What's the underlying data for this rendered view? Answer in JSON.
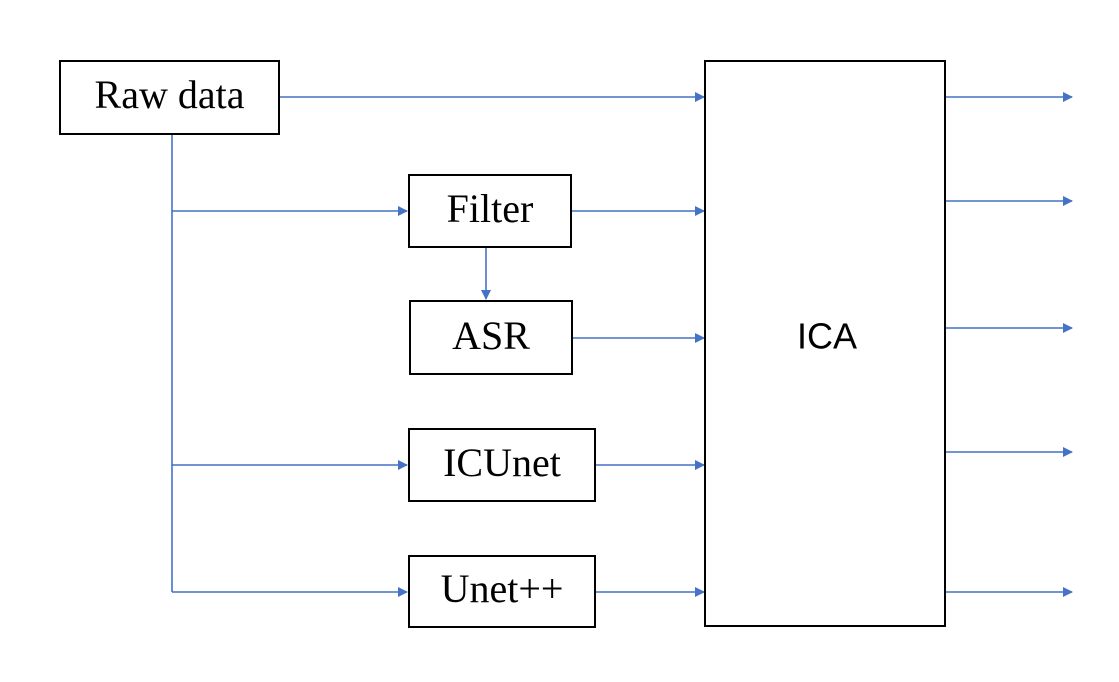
{
  "diagram": {
    "nodes": {
      "raw_data": "Raw data",
      "filter": "Filter",
      "asr": "ASR",
      "icunet": "ICUnet",
      "unetpp": "Unet++",
      "ica": "ICA"
    },
    "edges": [
      {
        "from": "raw_data",
        "to": "ica"
      },
      {
        "from": "raw_data",
        "to": "filter"
      },
      {
        "from": "raw_data",
        "to": "icunet"
      },
      {
        "from": "raw_data",
        "to": "unetpp"
      },
      {
        "from": "filter",
        "to": "asr"
      },
      {
        "from": "filter",
        "to": "ica"
      },
      {
        "from": "asr",
        "to": "ica"
      },
      {
        "from": "icunet",
        "to": "ica"
      },
      {
        "from": "unetpp",
        "to": "ica"
      }
    ],
    "ica_outputs": 5,
    "colors": {
      "connector": "#4472C4",
      "box_border": "#000000",
      "background": "#ffffff"
    }
  }
}
